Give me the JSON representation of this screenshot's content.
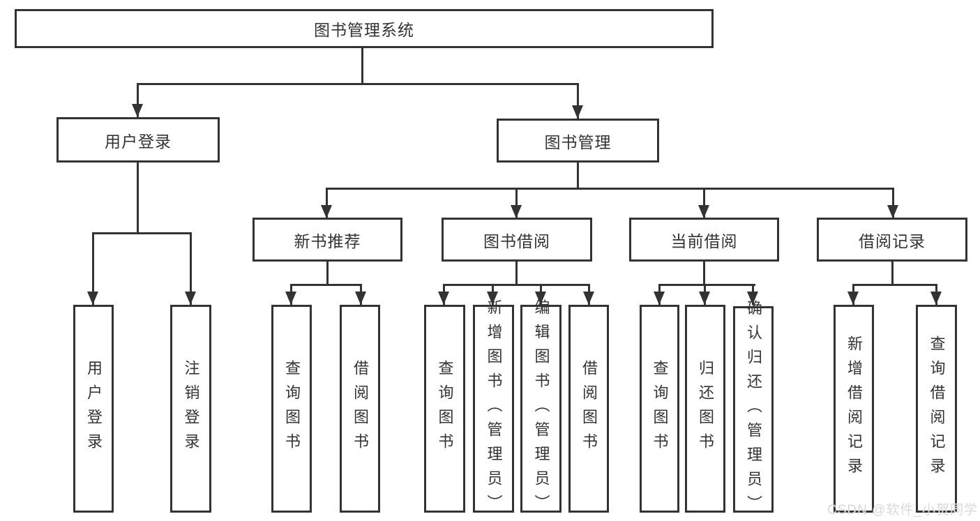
{
  "diagram": {
    "title": "图书管理系统",
    "nodes": {
      "root": "图书管理系统",
      "user_login": "用户登录",
      "book_mgmt": "图书管理",
      "new_book_rec": "新书推荐",
      "book_borrow": "图书借阅",
      "current_borrow": "当前借阅",
      "borrow_records": "借阅记录",
      "leaves": [
        "用户登录",
        "注销登录",
        "查询图书",
        "借阅图书",
        "查询图书",
        "新增图书（管理员）",
        "编辑图书（管理员）",
        "借阅图书",
        "查询图书",
        "归还图书",
        "确认归还（管理员）",
        "新增借阅记录",
        "查询借阅记录"
      ]
    },
    "colors": {
      "line": "#333333",
      "text": "#333333",
      "background": "#ffffff",
      "watermark": "#d7d7d7"
    }
  },
  "watermark": {
    "text": "CSDN @软件_小贺同学"
  }
}
